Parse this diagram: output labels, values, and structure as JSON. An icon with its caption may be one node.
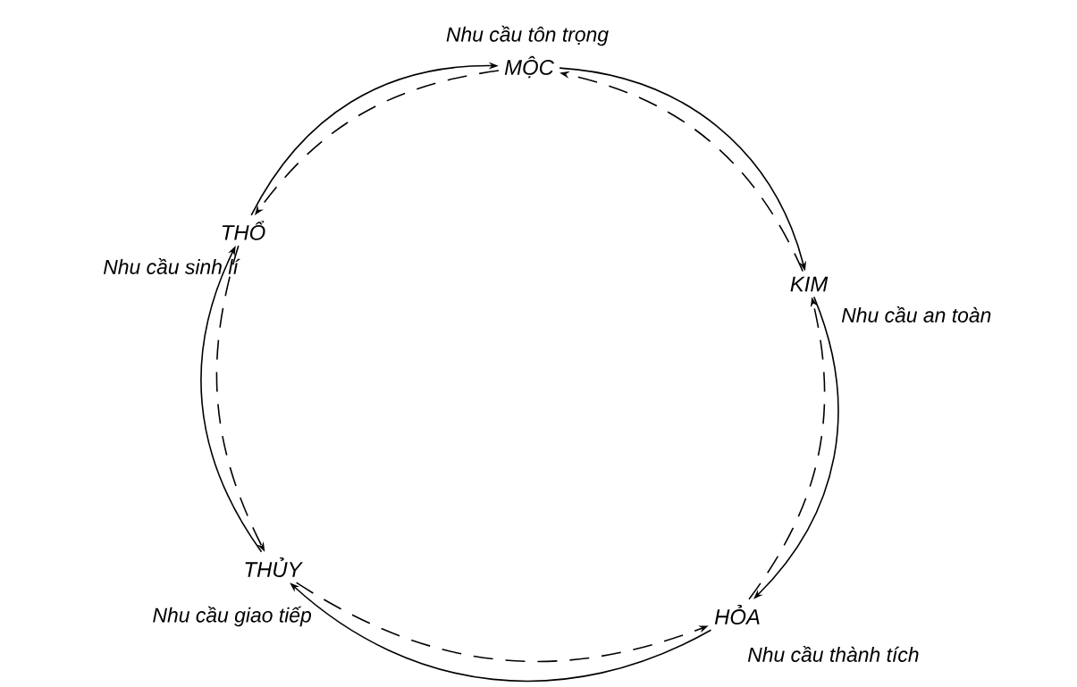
{
  "diagram": {
    "nodes": [
      {
        "text": [
          "MỘC"
        ],
        "beside": [
          "Nhu cầu tôn trọng"
        ]
      },
      {
        "text": [
          "KIM"
        ],
        "beside": [
          "Nhu cầu an toàn"
        ]
      },
      {
        "text": [
          "HỎA"
        ],
        "beside": [
          "Nhu cầu thành tích"
        ]
      },
      {
        "text": [
          "THỦY"
        ],
        "beside": [
          "Nhu cầu giao tiếp"
        ]
      },
      {
        "text": [
          "THỔ"
        ],
        "beside": [
          "Nhu cầu sinh lí"
        ]
      }
    ],
    "edges": [
      {
        "from": 4,
        "to": 0,
        "arrow": "to"
      },
      {
        "from": 0,
        "to": 1,
        "arrow": "to"
      },
      {
        "from": 1,
        "to": 2,
        "arrow": "to"
      },
      {
        "from": 2,
        "to": 3,
        "arrow": "to"
      },
      {
        "from": 3,
        "to": 4,
        "arrow": "to"
      },
      {
        "from": 0,
        "to": 4,
        "arrow": "to",
        "style": "dashed"
      },
      {
        "from": 4,
        "to": 3,
        "arrow": "to",
        "style": "dashed"
      },
      {
        "from": 3,
        "to": 2,
        "arrow": "to",
        "style": "dashed"
      },
      {
        "from": 2,
        "to": 1,
        "arrow": "to",
        "style": "dashed"
      },
      {
        "from": 1,
        "to": 0,
        "arrow": "to",
        "style": "dashed"
      }
    ]
  }
}
